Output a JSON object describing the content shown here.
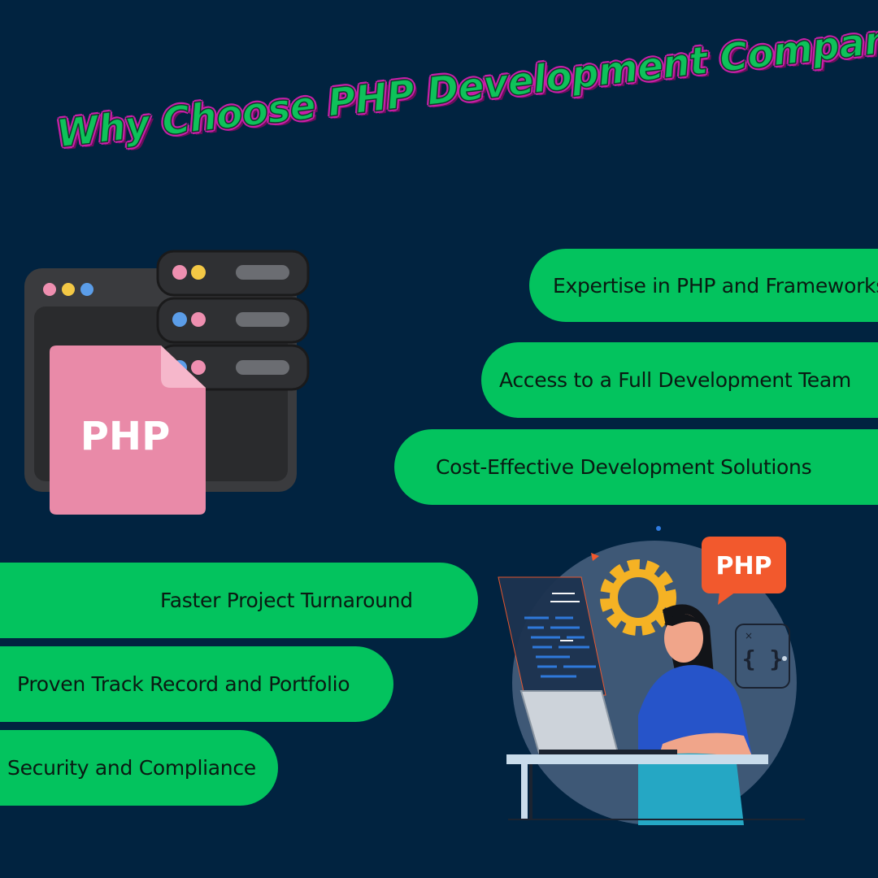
{
  "title": "Why Choose PHP Development Company",
  "pills": [
    {
      "label": "Expertise in PHP and Frameworks"
    },
    {
      "label": "Access to a Full Development Team"
    },
    {
      "label": "Cost-Effective Development Solutions"
    },
    {
      "label": "Faster Project Turnaround"
    },
    {
      "label": "Proven Track Record and Portfolio"
    },
    {
      "label": "Security and Compliance"
    }
  ],
  "illustrations": {
    "server": {
      "badge": "PHP"
    },
    "developer": {
      "badge": "PHP",
      "code_symbol": "{ }",
      "close_mark": "×"
    }
  },
  "colors": {
    "background": "#012340",
    "pill": "#03c35e",
    "title_fill": "#0ec25a",
    "title_outline": "#c81ea8",
    "php_file": "#e98aa8",
    "php_bubble": "#f2592d"
  }
}
